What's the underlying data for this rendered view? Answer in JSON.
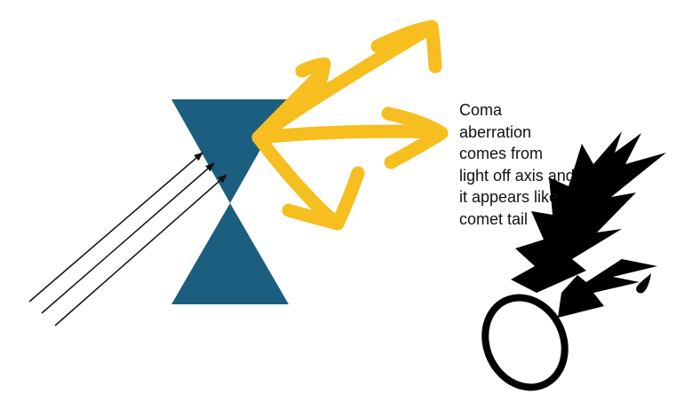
{
  "caption": {
    "lines": [
      "Coma",
      "aberration",
      "comes from",
      "light off axis and",
      "it appears like",
      "comet tail"
    ]
  },
  "colors": {
    "lens": "#1b5e80",
    "rays": "#111111",
    "scatter_arrows": "#f6be1e",
    "comet": "#000000",
    "background": "#ffffff"
  },
  "elements": {
    "lens_shape": "hourglass (two triangles meeting at apex)",
    "incident_ray_count": 3,
    "scatter_arrow_count": 4,
    "comet_icon": "comet-icon"
  }
}
